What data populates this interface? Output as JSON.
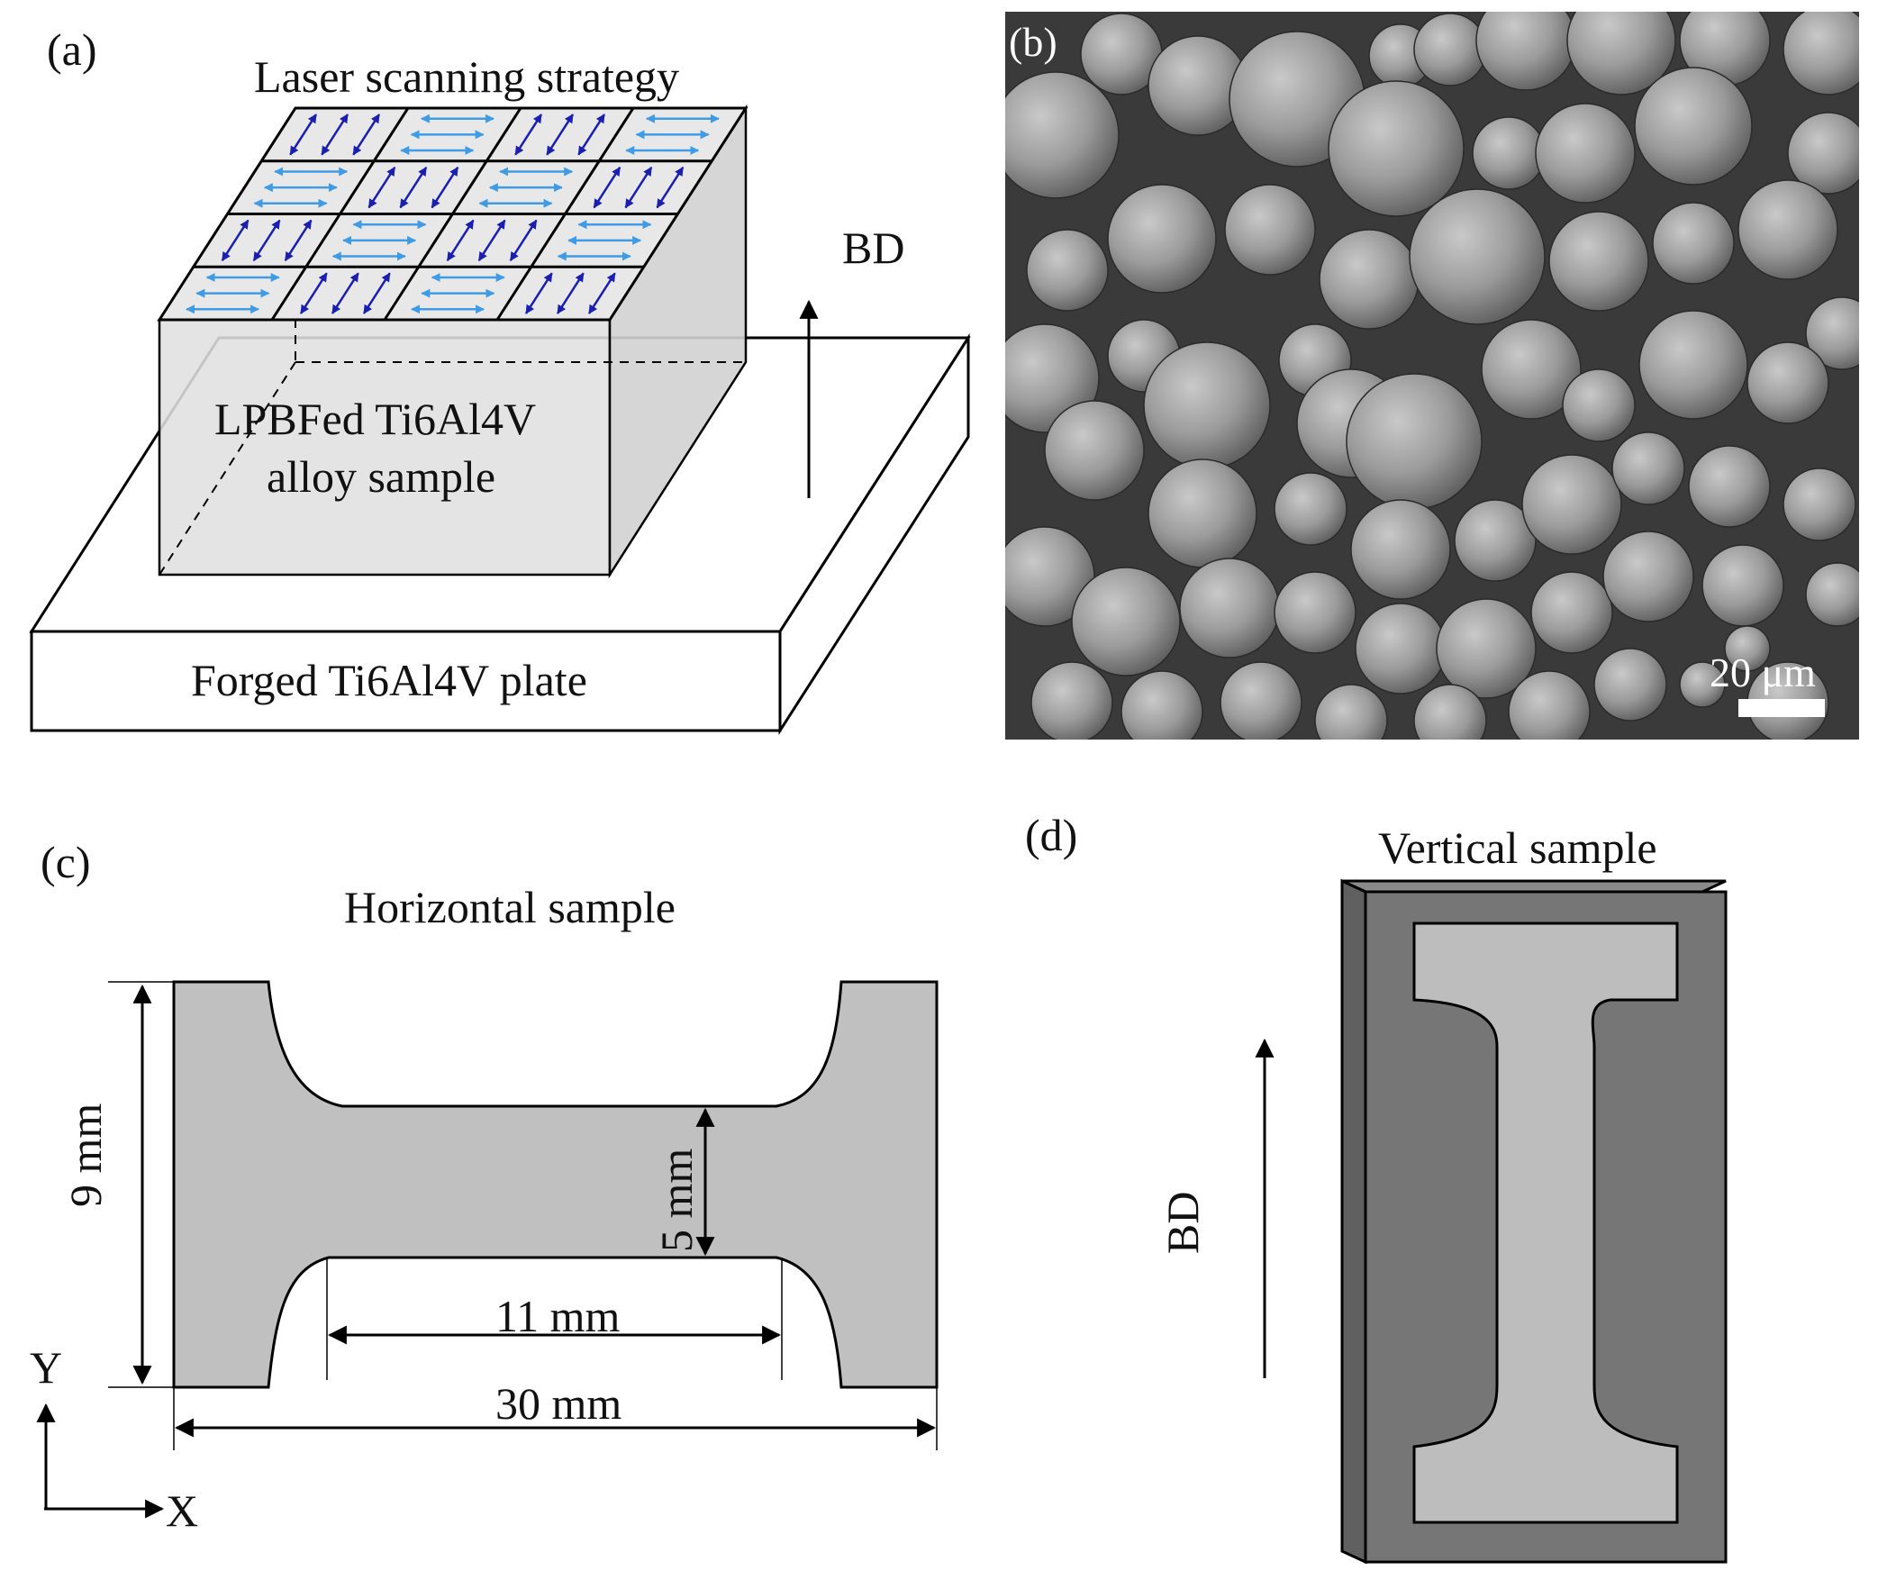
{
  "panels": {
    "a": {
      "label": "(a)",
      "title": "Laser scanning strategy",
      "sample_label_line1": "LPBFed Ti6Al4V",
      "sample_label_line2": "alloy sample",
      "plate_label": "Forged Ti6Al4V plate",
      "build_direction": "BD"
    },
    "b": {
      "label": "(b)",
      "scale_bar": "20 μm"
    },
    "c": {
      "label": "(c)",
      "title": "Horizontal sample",
      "dim_height": "9 mm",
      "dim_gauge_width": "5 mm",
      "dim_gauge_length": "11 mm",
      "dim_total_length": "30 mm",
      "axis_y": "Y",
      "axis_x": "X"
    },
    "d": {
      "label": "(d)",
      "title": "Vertical sample",
      "build_direction": "BD"
    }
  },
  "colors": {
    "light_blue_arrow": "#3f9be6",
    "dark_blue_arrow": "#1a1fb0",
    "block_fill": "#e3e3e3",
    "specimen_fill": "#c0c0c0",
    "vertical_frame_fill": "#757575",
    "sem_background": "#3a3a3a",
    "sem_particle": "#9a9a9a"
  }
}
